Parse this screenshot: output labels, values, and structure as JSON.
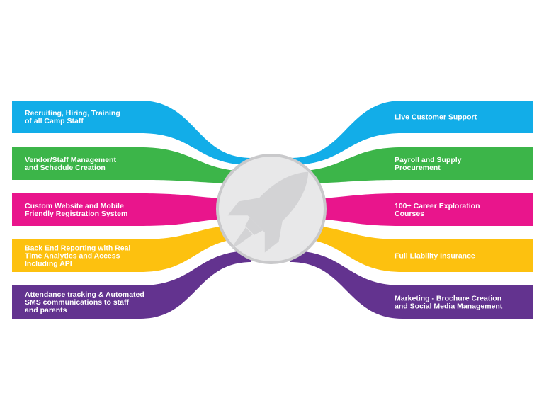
{
  "colors": {
    "blue": "#12ade8",
    "green": "#3cb549",
    "magenta": "#e9158c",
    "yellow": "#fdc10f",
    "purple": "#63338f",
    "hub_fill": "#e8e8e9",
    "hub_ring": "#c9c9cb",
    "rocket": "#d3d3d5",
    "text": "#ffffff"
  },
  "hub": {
    "icon": "rocket-icon"
  },
  "left_items": [
    {
      "color": "blue",
      "lines": [
        "Recruiting, Hiring, Training",
        "of all Camp Staff"
      ]
    },
    {
      "color": "green",
      "lines": [
        "Vendor/Staff Management",
        "and Schedule Creation"
      ]
    },
    {
      "color": "magenta",
      "lines": [
        "Custom Website and Mobile",
        "Friendly Registration System"
      ]
    },
    {
      "color": "yellow",
      "lines": [
        "Back End Reporting with Real",
        "Time Analytics and Access",
        "Including API"
      ]
    },
    {
      "color": "purple",
      "lines": [
        "Attendance tracking & Automated",
        "SMS communications to staff",
        "and parents"
      ]
    }
  ],
  "right_items": [
    {
      "color": "blue",
      "lines": [
        "Live Customer Support"
      ]
    },
    {
      "color": "green",
      "lines": [
        "Payroll and Supply",
        "Procurement"
      ]
    },
    {
      "color": "magenta",
      "lines": [
        "100+ Career Exploration",
        "Courses"
      ]
    },
    {
      "color": "yellow",
      "lines": [
        "Full Liability Insurance"
      ]
    },
    {
      "color": "purple",
      "lines": [
        "Marketing -  Brochure Creation",
        "and Social Media Management"
      ]
    }
  ]
}
